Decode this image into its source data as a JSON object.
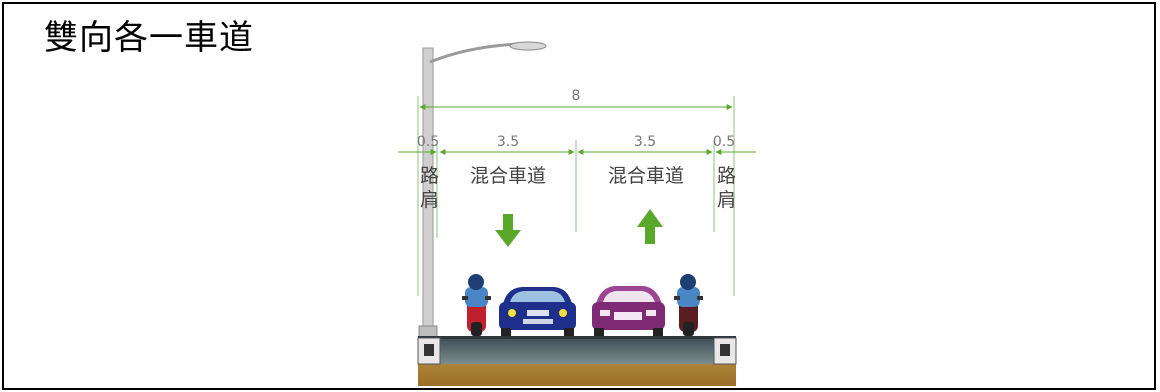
{
  "title": "雙向各一車道",
  "diagram": {
    "total_width": "8",
    "segments": [
      {
        "width": "0.5",
        "label_line1": "路",
        "label_line2": "肩"
      },
      {
        "width": "3.5",
        "label": "混合車道",
        "direction": "down"
      },
      {
        "width": "3.5",
        "label": "混合車道",
        "direction": "up"
      },
      {
        "width": "0.5",
        "label_line1": "路",
        "label_line2": "肩"
      }
    ]
  },
  "colors": {
    "arrow": "#5aa82a",
    "dimension_line": "#5aa82a",
    "car_left": "#1f2f8c",
    "car_right": "#7e2a74",
    "scooter": "#c01f2c",
    "rider": "#4a86c5",
    "road_surface": "#5a6e7a",
    "soil": "#b58a3a",
    "pole": "#bfbfbf"
  },
  "icons": [
    "street-lamp-icon",
    "down-arrow-icon",
    "up-arrow-icon",
    "car-icon",
    "scooter-icon"
  ]
}
